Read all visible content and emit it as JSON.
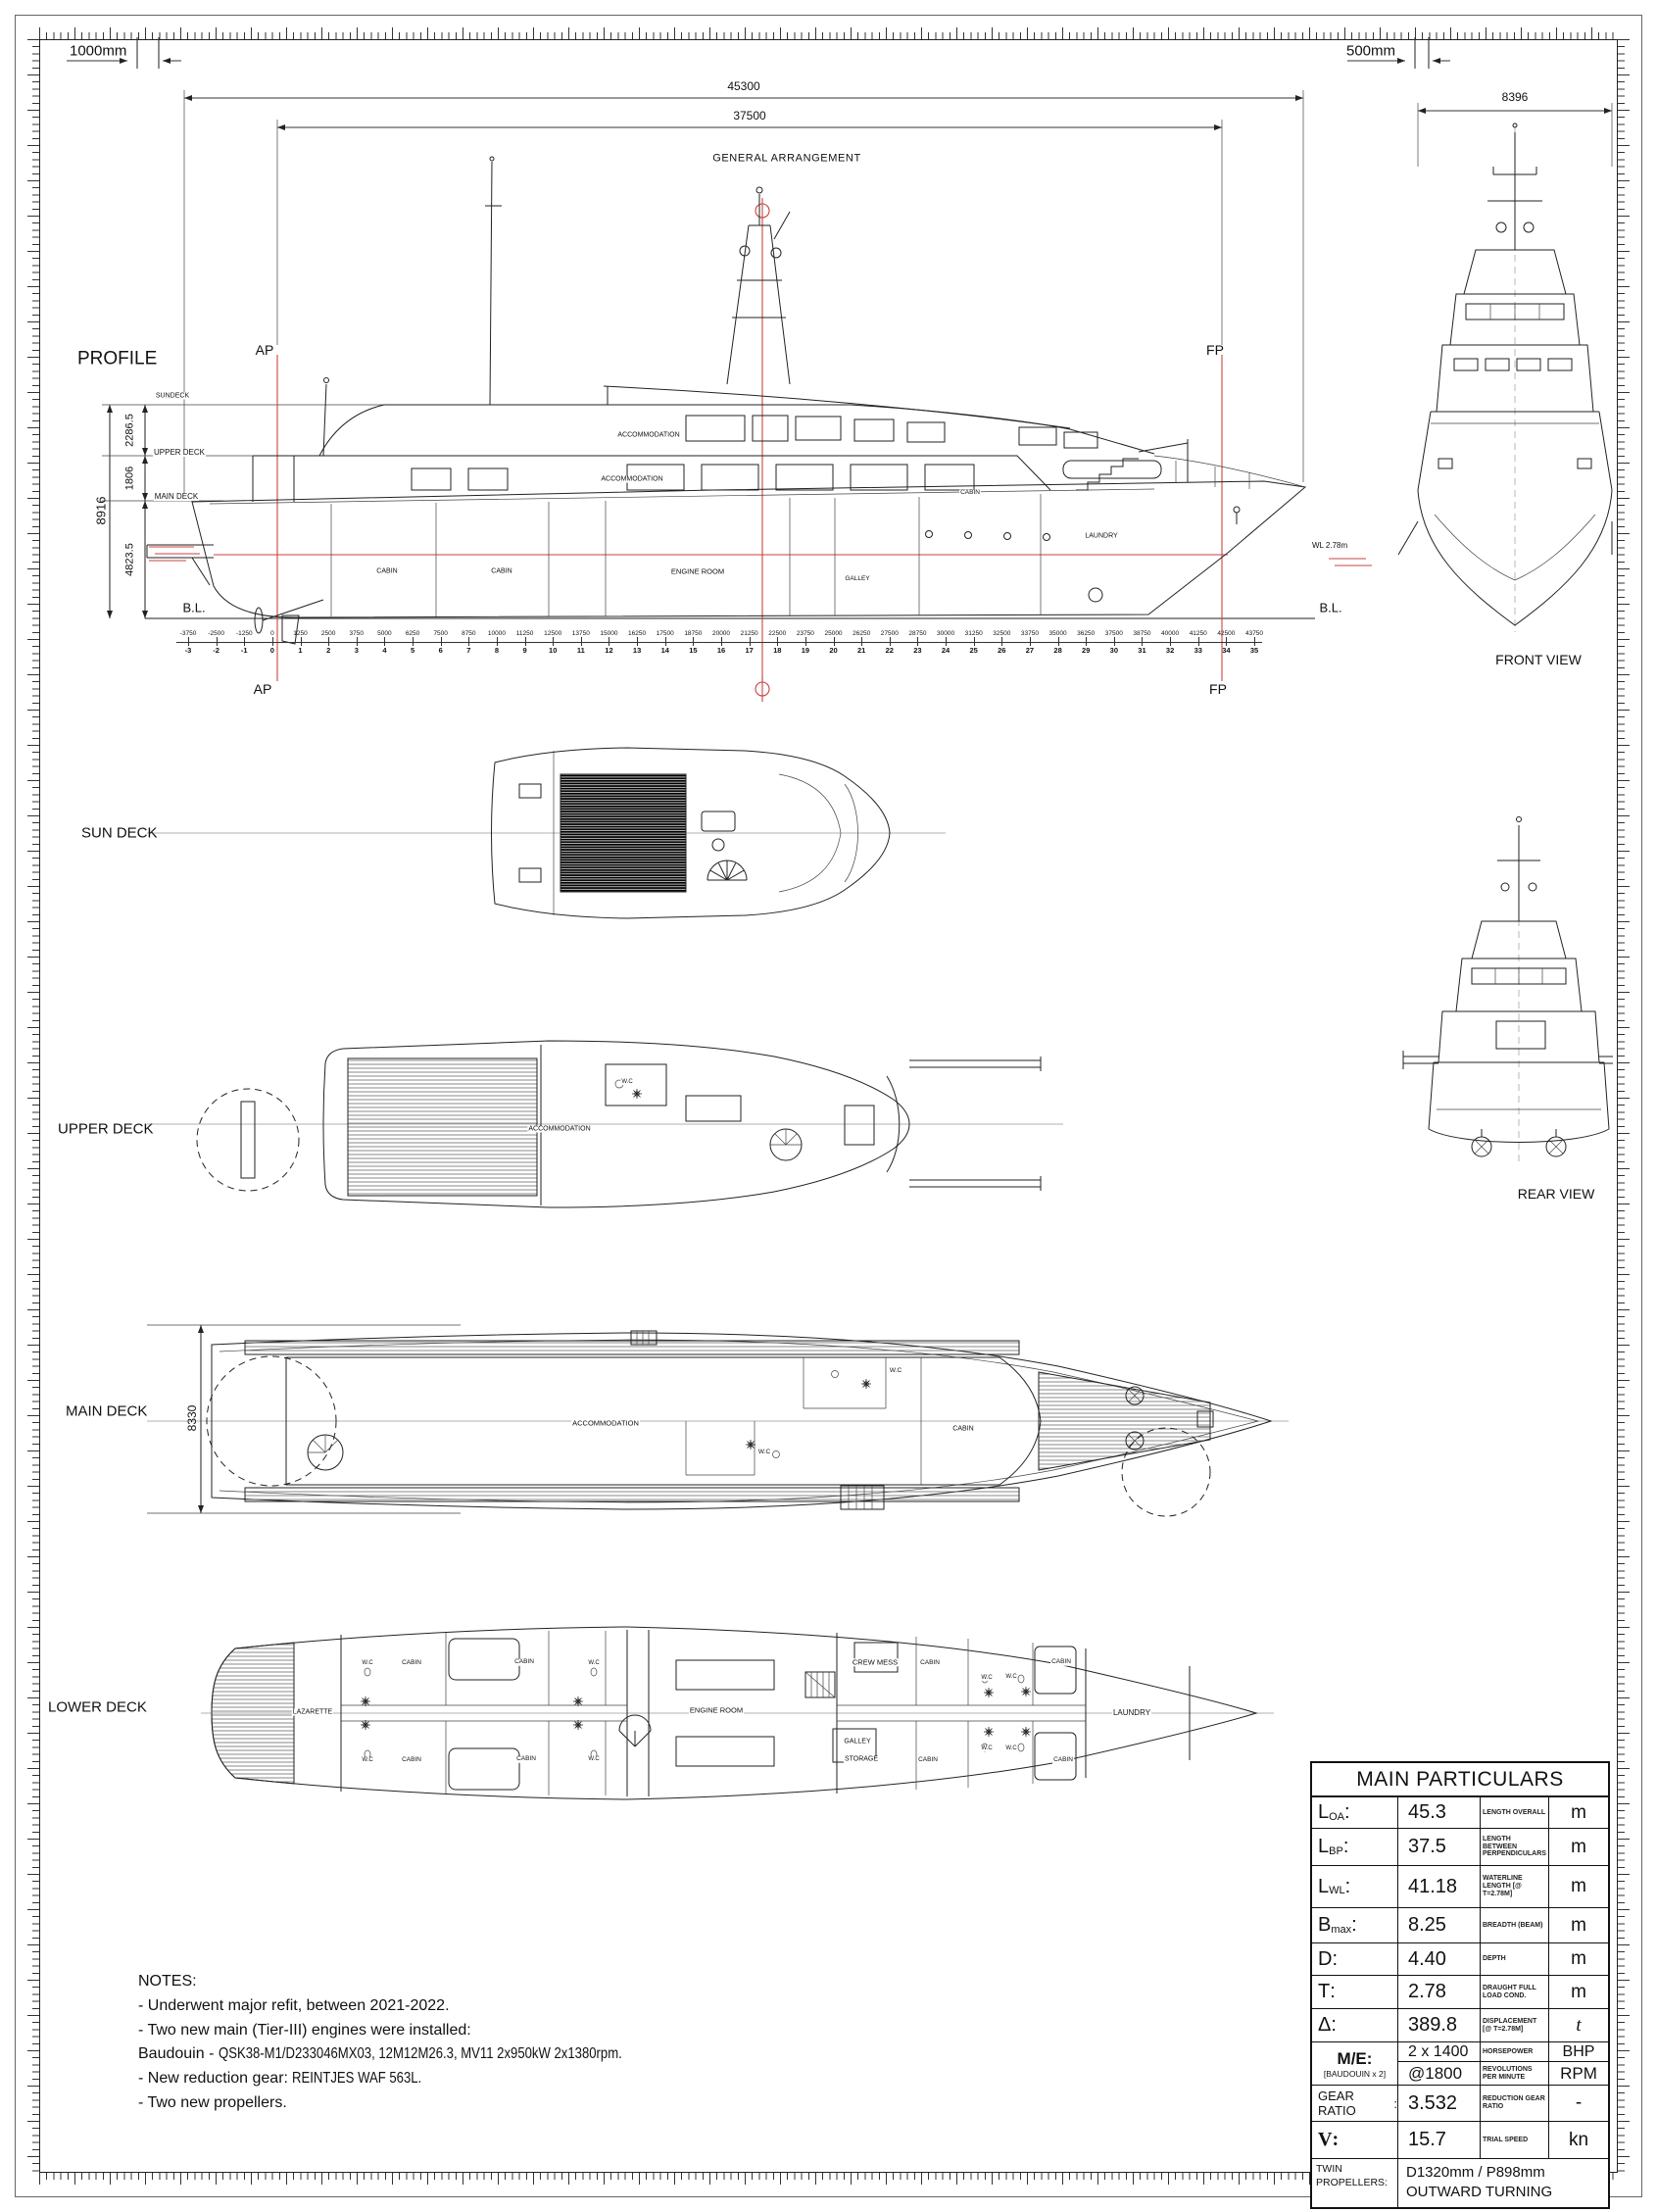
{
  "page": {
    "ga_title": "GENERAL ARRANGEMENT",
    "scale_left": "1000mm",
    "scale_right": "500mm"
  },
  "dims": {
    "length_overall": "45300",
    "length_bp": "37500",
    "front_beam": "8396",
    "main_deck_beam": "8330",
    "height_total": "8916",
    "height_sun_to_upper": "2286.5",
    "height_upper_to_main": "1806",
    "height_main_to_bl": "4823.5",
    "waterline": "WL 2.78m"
  },
  "profile": {
    "label": "PROFILE",
    "ap": "AP",
    "fp": "FP",
    "deck_sun": "SUNDECK",
    "deck_upper": "UPPER DECK",
    "deck_main": "MAIN DECK",
    "baseline": "B.L.",
    "rooms": [
      "ACCOMMODATION",
      "ACCOMMODATION",
      "CABIN",
      "CABIN",
      "ENGINE ROOM",
      "GALLEY",
      "CABIN",
      "LAUNDRY"
    ],
    "stations_mm": [
      "-3750",
      "-2500",
      "-1250",
      "0",
      "1250",
      "2500",
      "3750",
      "5000",
      "6250",
      "7500",
      "8750",
      "10000",
      "11250",
      "12500",
      "13750",
      "15000",
      "16250",
      "17500",
      "18750",
      "20000",
      "21250",
      "22500",
      "23750",
      "25000",
      "26250",
      "27500",
      "28750",
      "30000",
      "31250",
      "32500",
      "33750",
      "35000",
      "36250",
      "37500",
      "38750",
      "40000",
      "41250",
      "42500",
      "43750"
    ],
    "stations_no": [
      "-3",
      "-2",
      "-1",
      "0",
      "1",
      "2",
      "3",
      "4",
      "5",
      "6",
      "7",
      "8",
      "9",
      "10",
      "11",
      "12",
      "13",
      "14",
      "15",
      "16",
      "17",
      "18",
      "19",
      "20",
      "21",
      "22",
      "23",
      "24",
      "25",
      "26",
      "27",
      "28",
      "29",
      "30",
      "31",
      "32",
      "33",
      "34",
      "35"
    ]
  },
  "views": {
    "front": "FRONT VIEW",
    "rear": "REAR VIEW",
    "sun": "SUN DECK",
    "upper": "UPPER DECK",
    "main": "MAIN DECK",
    "lower": "LOWER DECK"
  },
  "upper_deck": {
    "rooms": [
      "ACCOMMODATION",
      "W.C"
    ]
  },
  "main_deck": {
    "rooms": [
      "ACCOMMODATION",
      "W.C",
      "W.C",
      "CABIN"
    ]
  },
  "lower_deck": {
    "rooms": [
      "LAZARETTE",
      "W.C",
      "CABIN",
      "CABIN",
      "W.C",
      "W.C",
      "CABIN",
      "CABIN",
      "W.C",
      "ENGINE ROOM",
      "CREW MESS",
      "CABIN",
      "W.C",
      "W.C",
      "CABIN",
      "GALLEY",
      "STORAGE",
      "CABIN",
      "W.C",
      "W.C",
      "CABIN",
      "LAUNDRY"
    ]
  },
  "notes": {
    "title": "NOTES:",
    "lines": [
      [
        "- Underwent major refit, between 2021-2022.",
        ""
      ],
      [
        "- Two new main (Tier-III) engines were installed:",
        ""
      ],
      [
        "  Baudouin - ",
        "QSK38-M1/D233046MX03, 12M12M26.3, MV11 2x950kW 2x1380rpm."
      ],
      [
        "- New reduction gear: ",
        "REINTJES WAF 563L."
      ],
      [
        "- Two new propellers.",
        ""
      ]
    ]
  },
  "particulars": {
    "title": "MAIN PARTICULARS",
    "rows": [
      {
        "sym": "L",
        "sub": "OA",
        "tail": ":",
        "value": "45.3",
        "desc": "LENGTH OVERALL",
        "unit": "m"
      },
      {
        "sym": "L",
        "sub": "BP",
        "tail": ":",
        "value": "37.5",
        "desc": "LENGTH BETWEEN PERPENDICULARS",
        "unit": "m"
      },
      {
        "sym": "L",
        "sub": "WL",
        "tail": ":",
        "value": "41.18",
        "desc": "WATERLINE LENGTH [@ T=2.78m]",
        "unit": "m"
      },
      {
        "sym": "B",
        "sub": "max",
        "tail": " :",
        "value": "8.25",
        "desc": "BREADTH (BEAM)",
        "unit": "m"
      },
      {
        "sym": "D",
        "sub": "",
        "tail": ":",
        "value": "4.40",
        "desc": "DEPTH",
        "unit": "m"
      },
      {
        "sym": "T",
        "sub": "",
        "tail": ":",
        "value": "2.78",
        "desc": "DRAUGHT FULL LOAD COND.",
        "unit": "m"
      },
      {
        "sym": "Δ",
        "sub": "",
        "tail": ":",
        "value": "389.8",
        "desc": "DISPLACEMENT [@ T=2.78m]",
        "unit": "t"
      },
      {
        "sym": "GEAR RATIO",
        "sub": "",
        "tail": ":",
        "value": "3.532",
        "desc": "REDUCTION GEAR RATIO",
        "unit": "-"
      },
      {
        "sym": "V",
        "sub": "",
        "tail": ":",
        "value": "15.7",
        "desc": "TRIAL SPEED",
        "unit": "kn"
      }
    ],
    "me": {
      "sym": "M/E:",
      "sym_note": "[BAUDOUIN x 2]",
      "hp_value": "2 x 1400",
      "hp_desc": "HORSEPOWER",
      "hp_unit": "BHP",
      "rpm_value": "@1800",
      "rpm_desc": "REVOLUTIONS PER MINUTE",
      "rpm_unit": "RPM"
    },
    "props": {
      "label1": "TWIN",
      "label2": "PROPELLERS:",
      "line1": "D1320mm / P898mm",
      "line2": "OUTWARD TURNING"
    }
  },
  "colors": {
    "line": "#222222",
    "red": "#c94343",
    "centerline_gray": "#999999"
  }
}
